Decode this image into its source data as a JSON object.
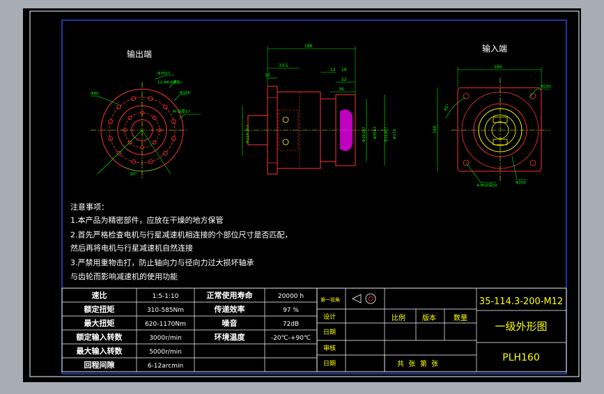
{
  "views": {
    "output_label": "输出端",
    "input_label": "输入端"
  },
  "output_callouts": {
    "c1": "Φ35h7",
    "c2": "12-Φ6.6通孔",
    "c3": "Φ168",
    "c4": "M-深度17",
    "c5": "Φ80",
    "angle": "30°"
  },
  "side_dims": {
    "overall": "186",
    "d1": "33.5",
    "d2": "10",
    "d3": "12",
    "d4": "18",
    "d5": "22",
    "d6": "36",
    "v1": "Φ114.3h7",
    "v2": "Φ161h7",
    "v3": "Φ35h7",
    "v4": "Φ114h7",
    "v5": "Φ170"
  },
  "input_dims": {
    "width": "160",
    "height": "160",
    "angle": "45°",
    "c1": "Φ230",
    "c2": "4-M10深20",
    "c3": "Φ200"
  },
  "notes": {
    "title": "注意事项：",
    "line1": "1.本产品为精密部件，应放在干燥的地方保管",
    "line2": "2.首先严格检查电机与行星减速机相连接的个部位尺寸是否匹配，",
    "line3": "然后再将电机与行星减速机自然连接",
    "line4": "3.严禁用重物击打，防止轴向力与径向力过大损坏轴承",
    "line5": "与齿轮而影响减速机的使用功能"
  },
  "specs": [
    {
      "label": "速比",
      "value": "1:5-1:10",
      "label2": "正常使用寿命",
      "value2": "20000 h"
    },
    {
      "label": "额定扭矩",
      "value": "310-585Nm",
      "label2": "传递效率",
      "value2": "97 %"
    },
    {
      "label": "最大扭矩",
      "value": "620-1170Nm",
      "label2": "噪音",
      "value2": "72dB"
    },
    {
      "label": "额定输入转数",
      "value": "3000r/min",
      "label2": "环境温度",
      "value2": "-20℃-+90℃"
    },
    {
      "label": "最大输入转数",
      "value": "5000r/min",
      "label2": "",
      "value2": ""
    },
    {
      "label": "回程间隙",
      "value": "6-12arcmin",
      "label2": "",
      "value2": ""
    }
  ],
  "titleblock": {
    "projection": "第一视角",
    "design": "设计",
    "date1": "日期",
    "check": "审核",
    "date2": "日期",
    "scale": "比例",
    "version": "版本",
    "quantity": "数量",
    "sheets": "共  张  第  张",
    "code": "35-114.3-200-M12",
    "name": "一级外形图",
    "model": "PLH160"
  },
  "colors": {
    "background": "#000000",
    "frame": "#ffffff",
    "border": "#0000ff",
    "dimension": "#00ff00",
    "part": "#ff3333",
    "center": "#ffff00",
    "title_text": "#ffff00",
    "magenta": "#ff00ff"
  }
}
